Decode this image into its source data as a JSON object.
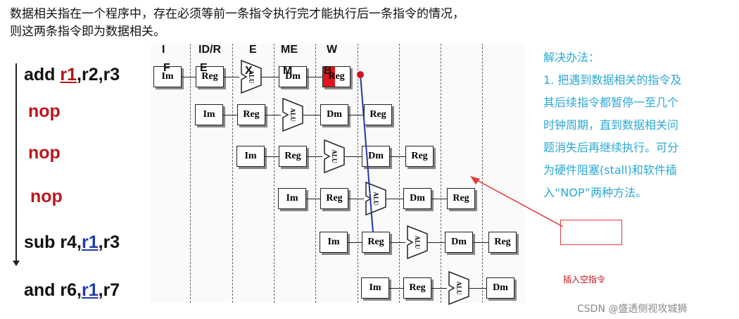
{
  "header": {
    "line1": "数据相关指在一个程序中，存在必须等前一条指令执行完才能执行后一条指令的情况，",
    "line2": "则这两条指令即为数据相关。"
  },
  "instructions": [
    {
      "op": "add ",
      "reg": "r1",
      "rest": ",r2,r3",
      "reg_color": "red"
    },
    {
      "op": "nop"
    },
    {
      "op": "nop"
    },
    {
      "op": "nop"
    },
    {
      "op": "sub r4,",
      "reg": "r1",
      "rest": ",r3",
      "reg_color": "blue"
    },
    {
      "op": "and r6,",
      "reg": "r1",
      "rest": ",r7",
      "reg_color": "blue"
    }
  ],
  "pipeline": {
    "stages": [
      "I",
      "ID/R",
      "E",
      "ME",
      "W"
    ],
    "row0_overlay": [
      "F",
      "E",
      "X",
      "M",
      "B"
    ],
    "box_labels": {
      "im": "Im",
      "reg": "Reg",
      "alu": "ALU",
      "dm": "Dm"
    }
  },
  "solution": {
    "title": "解决办法：",
    "lines": [
      "1. 把遇到数据相关的指令及",
      "其后续指令都暂停一至几个",
      "时钟周期，直到数据相关问",
      "题消失后再继续执行。可分",
      "为硬件阻塞(stall)和软件插",
      "入“NOP”两种方法。"
    ],
    "nop_highlight": "“NOP”"
  },
  "annotation": {
    "insert_nop": "插入空指令"
  },
  "watermark": "CSDN @盛透侧视攻城狮",
  "colors": {
    "red_reg": "#b01818",
    "blue_reg": "#1d3fa8",
    "nop": "#c0141c",
    "solution_text": "#29a8d6",
    "highlight_box": "#e03a3a",
    "write_back_fill": "#e0141c",
    "forward_line": "#1f3aa8"
  }
}
